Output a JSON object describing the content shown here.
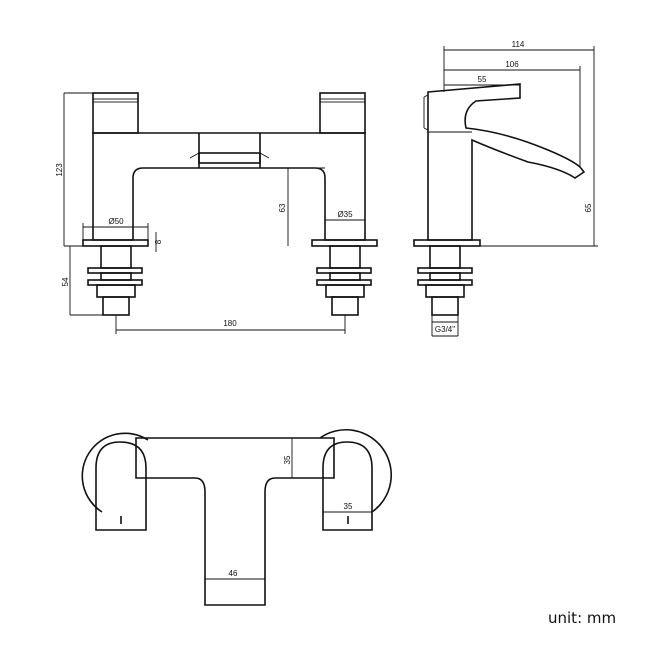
{
  "drawing": {
    "unit_label": "unit: mm",
    "dimensions": {
      "total_height": "123",
      "base_diameter": "Ø50",
      "base_thickness": "8",
      "under_height": "54",
      "centres": "180",
      "spout_clearance": "63",
      "leg_diameter": "Ø35",
      "side_total_depth": "114",
      "side_spout_reach": "106",
      "side_handle": "55",
      "side_spout_height": "65",
      "thread": "G3/4\"",
      "top_bridge_depth": "35",
      "top_handle_width": "35",
      "top_spout_width": "46"
    }
  }
}
